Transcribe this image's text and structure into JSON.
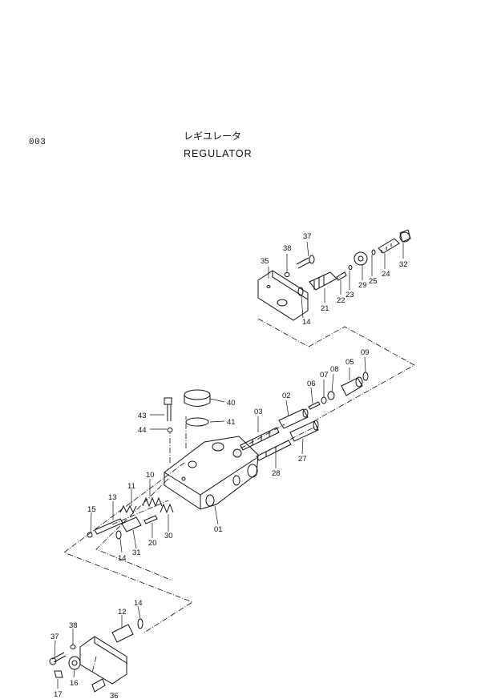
{
  "header": {
    "page_code": "003",
    "title_jp": "レギユレータ",
    "title_en": "REGULATOR"
  },
  "callouts": {
    "c37a": "37",
    "c38a": "38",
    "c35": "35",
    "c14a": "14",
    "c21": "21",
    "c22": "22",
    "c23": "23",
    "c29": "29",
    "c25": "25",
    "c24": "24",
    "c32": "32",
    "c09": "09",
    "c05": "05",
    "c08": "08",
    "c07": "07",
    "c06": "06",
    "c02": "02",
    "c03": "03",
    "c27": "27",
    "c28": "28",
    "c40": "40",
    "c41": "41",
    "c43": "43",
    "c44": "44",
    "c01": "01",
    "c10": "10",
    "c11": "11",
    "c13": "13",
    "c15": "15",
    "c14b": "14",
    "c31": "31",
    "c20": "20",
    "c30": "30",
    "c14c": "14",
    "c12": "12",
    "c37b": "37",
    "c38b": "38",
    "c16": "16",
    "c17": "17",
    "c36": "36"
  }
}
